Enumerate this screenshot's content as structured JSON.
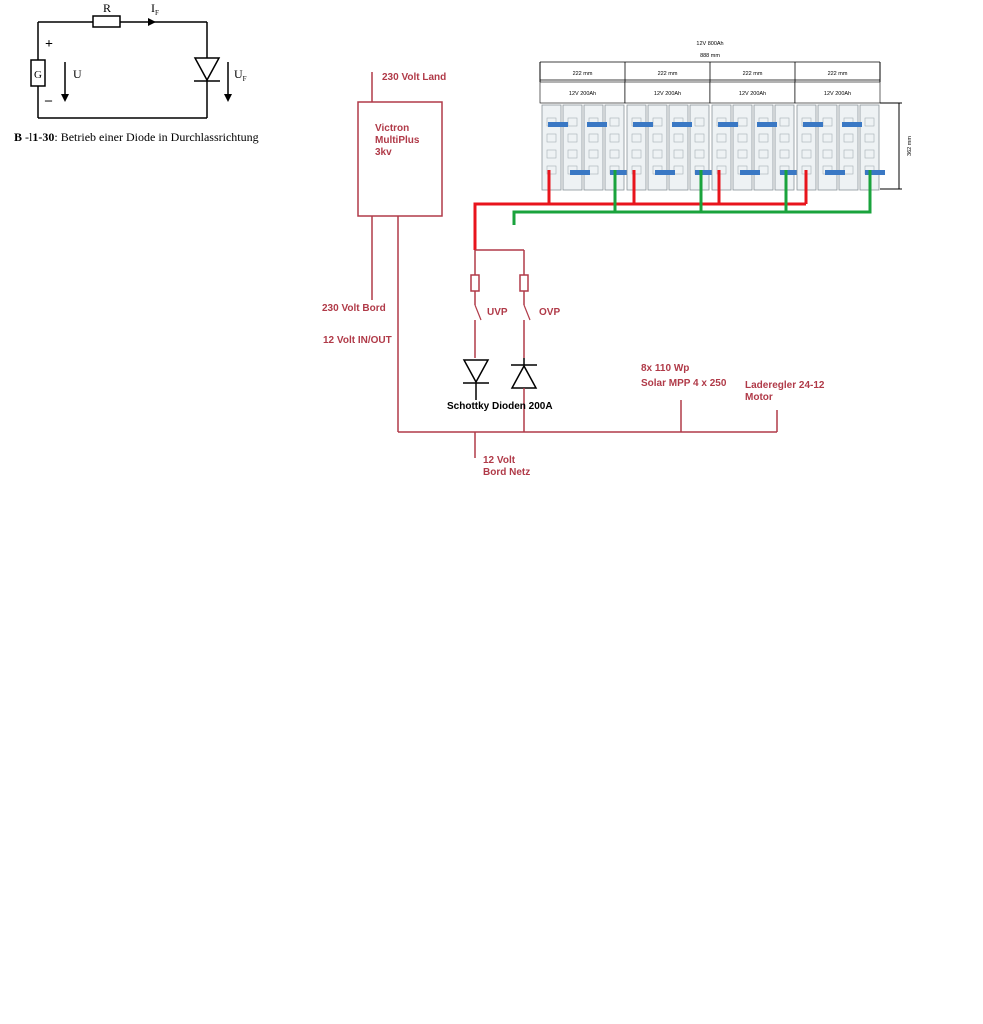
{
  "inset_circuit": {
    "resistor_label": "R",
    "current_label": "I",
    "current_sub": "F",
    "plus_sign": "+",
    "minus_sign": "–",
    "source_glyph": "G",
    "voltage_label": "U",
    "diode_voltage_label": "U",
    "diode_voltage_sub": "F",
    "caption_prefix": "B",
    "caption_mid": "-l",
    "caption_bold": "1-30",
    "caption_text": ": Betrieb einer Diode in Durchlassrichtung"
  },
  "battery_bank": {
    "total_label": "12V 800Ah",
    "total_width_label": "888 mm",
    "height_label": "362 mm",
    "modules": [
      {
        "width_label": "222 mm",
        "capacity_label": "12V 200Ah"
      },
      {
        "width_label": "222 mm",
        "capacity_label": "12V 200Ah"
      },
      {
        "width_label": "222 mm",
        "capacity_label": "12V 200Ah"
      },
      {
        "width_label": "222 mm",
        "capacity_label": "12V 200Ah"
      }
    ]
  },
  "labels": {
    "shore_power": "230 Volt Land",
    "inverter_line1": "Victron",
    "inverter_line2": "MultiPlus",
    "inverter_line3": "3kv",
    "onboard_ac": "230 Volt Bord",
    "dc_in_out": "12 Volt IN/OUT",
    "uvp": "UVP",
    "ovp": "OVP",
    "diodes": "Schottky Dioden 200A",
    "solar_line1": "8x 110 Wp",
    "solar_line2": "Solar MPP 4 x 250",
    "charger_line1": "Laderegler 24-12",
    "charger_line2": "Motor",
    "dc_net_line1": "12 Volt",
    "dc_net_line2": "Bord Netz"
  },
  "colors": {
    "wire_dark_red": "#b03a48",
    "positive_bus": "#e8141c",
    "negative_bus": "#1aa33c",
    "cell_connector": "#3a78c4"
  }
}
